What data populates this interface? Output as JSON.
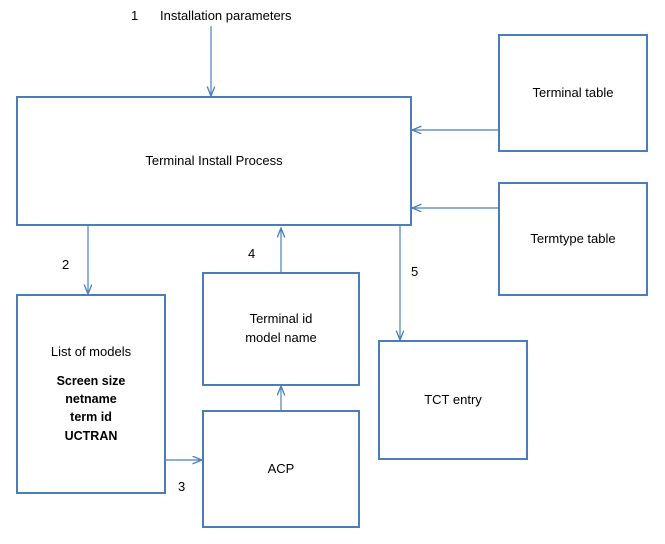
{
  "diagram": {
    "title_label": "Installation parameters",
    "accent_color": "#4a7ebb",
    "arrow_color": "#4a7ebb",
    "text_color": "#000000",
    "background": "#ffffff",
    "markers": {
      "one": "1",
      "two": "2",
      "three": "3",
      "four": "4",
      "five": "5"
    },
    "nodes": {
      "terminal_install_process": "Terminal Install Process",
      "terminal_table": "Terminal table",
      "termtype_table": "Termtype table",
      "list_of_models_title": "List of models",
      "list_of_models_line1": "Screen size",
      "list_of_models_line2": "netname",
      "list_of_models_line3": "term id",
      "list_of_models_line4": "UCTRAN",
      "terminal_id_line1": "Terminal id",
      "terminal_id_line2": "model name",
      "acp": "ACP",
      "tct_entry": "TCT entry"
    }
  }
}
